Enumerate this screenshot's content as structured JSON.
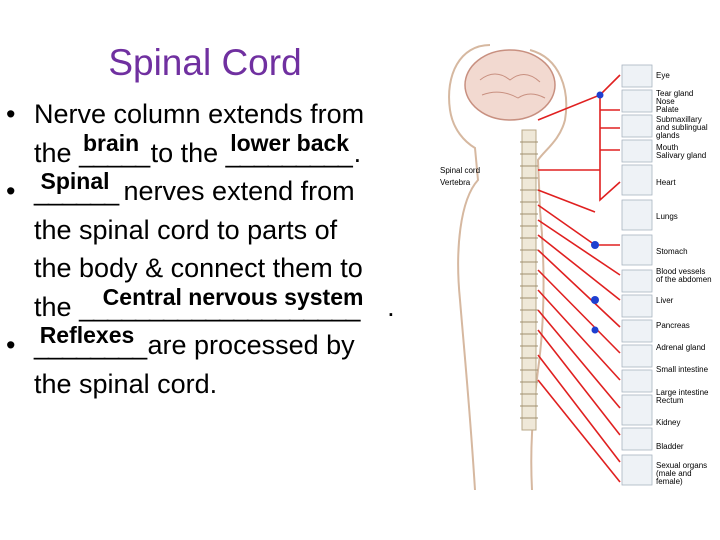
{
  "title": "Spinal Cord",
  "bullets": [
    {
      "line1": "Nerve column extends from",
      "line2_a": "the",
      "blank1": "brain",
      "line2_b": "to the",
      "blank2": "lower back",
      "line2_c": "."
    },
    {
      "blank": "Spinal",
      "line1": "nerves extend from",
      "line2": "the  spinal cord to parts of",
      "line3": "the body & connect them to",
      "line4_a": "the",
      "blank2": "Central nervous system",
      "line4_b": "."
    },
    {
      "blank": "Reflexes",
      "line1": "are processed by",
      "line2": "the spinal cord."
    }
  ],
  "underline_1": "_____",
  "underline_2": "_________",
  "underline_3": "______",
  "underline_4": "____________________",
  "underline_5": "________",
  "figure": {
    "left_labels": [
      "Spinal cord",
      "Vertebra"
    ],
    "organs": [
      "Eye",
      "Tear gland",
      "Nose",
      "Palate",
      "Submaxillary",
      "and sublingual",
      "glands",
      "Mouth",
      "Salivary gland",
      "Heart",
      "Lungs",
      "Stomach",
      "Blood vessels",
      "of the abdomen",
      "Liver",
      "Pancreas",
      "Adrenal gland",
      "Small intestine",
      "Large intestine",
      "Rectum",
      "Kidney",
      "Bladder",
      "Sexual organs",
      "(male and",
      "female)"
    ]
  },
  "colors": {
    "title": "#7030a0",
    "nerve": "#e02020",
    "dot": "#1f3fd0"
  }
}
